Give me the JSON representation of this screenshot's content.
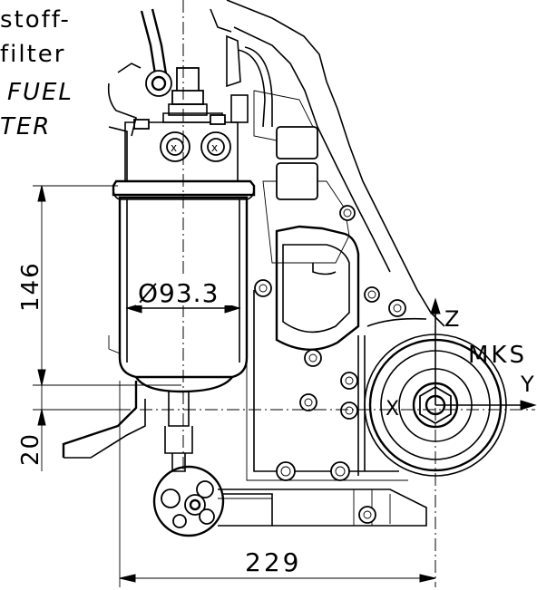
{
  "labels": {
    "fuel_filter_de_line1": "stoff-",
    "fuel_filter_de_line2": "filter",
    "fuel_filter_en_line1": "FUEL",
    "fuel_filter_en_line2": "TER",
    "axis_z": "Z",
    "axis_y": "Y",
    "axis_x": "X",
    "coordinate_system": "MKS"
  },
  "dimensions": {
    "filter_height": "146",
    "lower_offset": "20",
    "filter_diameter": "Ø93.3",
    "overall_width": "229"
  }
}
